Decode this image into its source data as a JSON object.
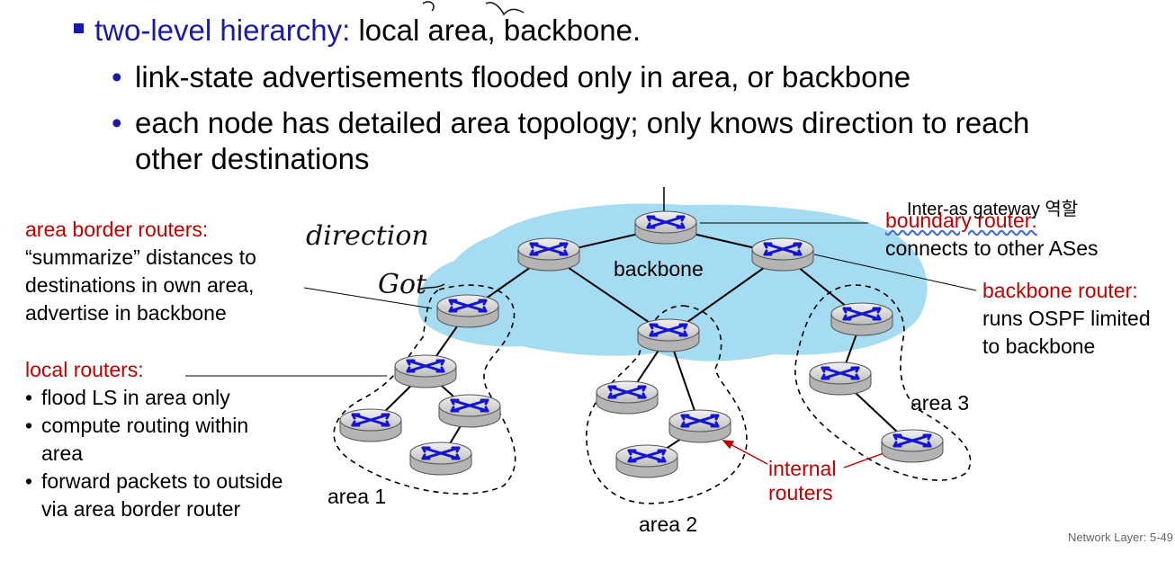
{
  "bullets": {
    "main": {
      "highlight": "two-level hierarchy:",
      "rest": " local area, backbone."
    },
    "sub": [
      "link-state advertisements flooded only in area, or backbone",
      "each node has detailed area topology; only knows direction to reach",
      "other destinations"
    ]
  },
  "labels": {
    "area_border_title": "area border routers:",
    "area_border_lines": [
      "“summarize” distances  to",
      "destinations in own area,",
      "advertise in backbone"
    ],
    "local_routers_title": "local routers:",
    "local_routers_items": [
      "flood LS in area only",
      "compute routing within",
      "area",
      "forward packets to outside",
      "via area border router"
    ],
    "boundary_title": "boundary router:",
    "boundary_desc": "connects to other ASes",
    "backbone_router_title": "backbone router:",
    "backbone_router_lines": [
      "runs OSPF limited",
      "to backbone"
    ],
    "backbone": "backbone",
    "area1": "area 1",
    "area2": "area 2",
    "area3": "area 3",
    "internal_routers": [
      "internal",
      "routers"
    ],
    "annotation_gateway": "Inter-as gateway 역할",
    "handwriting_direction": "direction",
    "handwriting_got": "Got"
  },
  "footer": "Network Layer: 5-49",
  "colors": {
    "accent_blue": "#1a1aa8",
    "label_red": "#c00000",
    "backbone_fill": "#a5dcf2",
    "router_blue": "#1515d0"
  }
}
